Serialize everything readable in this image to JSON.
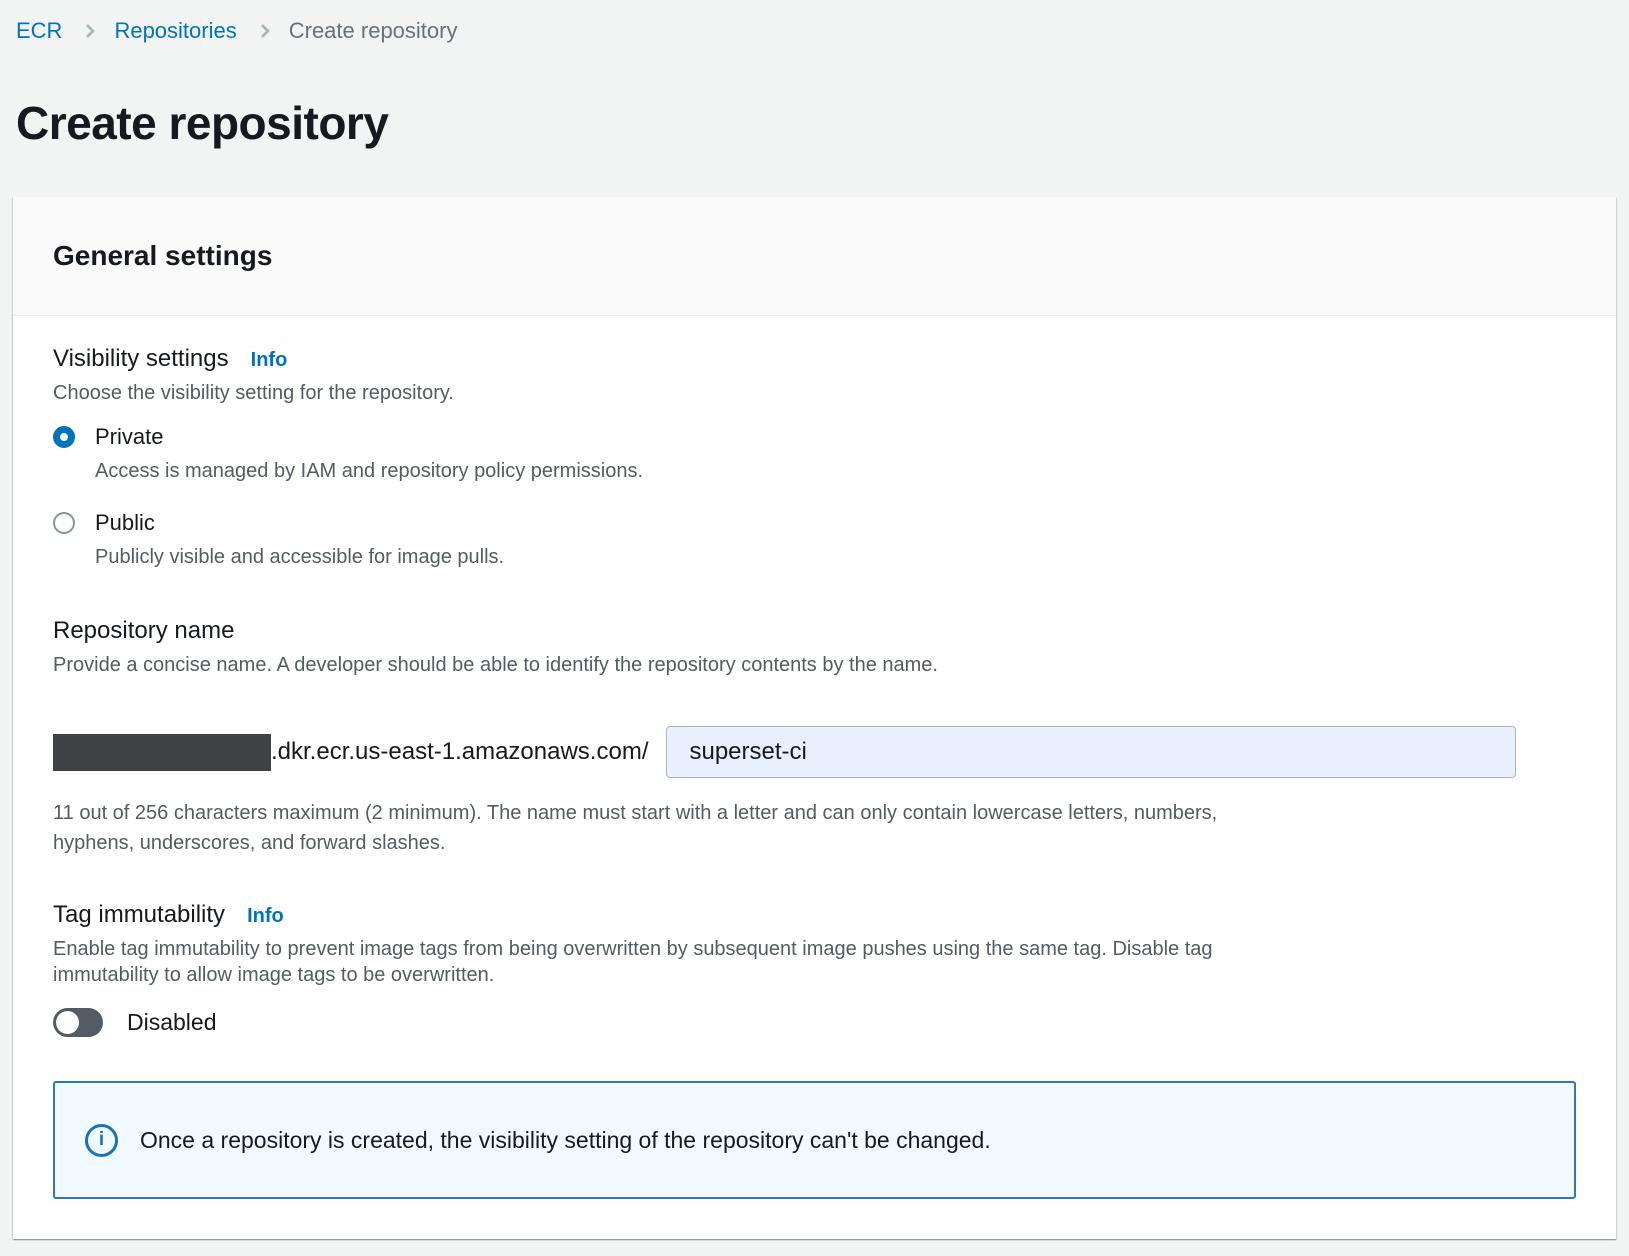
{
  "breadcrumb": {
    "items": [
      {
        "label": "ECR"
      },
      {
        "label": "Repositories"
      },
      {
        "label": "Create repository"
      }
    ]
  },
  "page": {
    "title": "Create repository"
  },
  "card": {
    "header": "General settings",
    "visibility": {
      "label": "Visibility settings",
      "info_label": "Info",
      "description": "Choose the visibility setting for the repository.",
      "options": [
        {
          "label": "Private",
          "description": "Access is managed by IAM and repository policy permissions.",
          "selected": true
        },
        {
          "label": "Public",
          "description": "Publicly visible and accessible for image pulls.",
          "selected": false
        }
      ]
    },
    "repository_name": {
      "label": "Repository name",
      "description": "Provide a concise name. A developer should be able to identify the repository contents by the name.",
      "url_prefix": ".dkr.ecr.us-east-1.amazonaws.com/",
      "input_value": "superset-ci",
      "constraint": "11 out of 256 characters maximum (2 minimum). The name must start with a letter and can only contain lowercase letters, numbers, hyphens, underscores, and forward slashes."
    },
    "tag_immutability": {
      "label": "Tag immutability",
      "info_label": "Info",
      "description": "Enable tag immutability to prevent image tags from being overwritten by subsequent image pushes using the same tag. Disable tag immutability to allow image tags to be overwritten.",
      "toggle_state": "Disabled"
    },
    "alert": {
      "icon_glyph": "i",
      "text": "Once a repository is created, the visibility setting of the repository can't be changed."
    }
  },
  "colors": {
    "link_blue": "#0073bb",
    "radio_selected": "#0073bb",
    "alert_border": "#2e77b8",
    "alert_background": "#f1faff",
    "toggle_gray": "#545b64",
    "page_background": "#f2f3f3",
    "card_header_background": "#fafafa",
    "input_background": "#e8f0fe",
    "redaction_gray": "#3f4145"
  }
}
